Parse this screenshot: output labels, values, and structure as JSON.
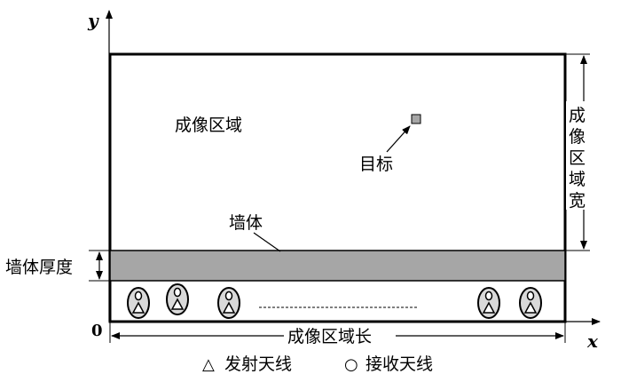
{
  "axes": {
    "x_label": "x",
    "y_label": "y",
    "origin_label": "0"
  },
  "labels": {
    "imaging_area": "成像区域",
    "target": "目标",
    "wall": "墙体",
    "wall_thickness": "墙体厚度",
    "imaging_width_chars": [
      "成",
      "像",
      "区",
      "域",
      "宽"
    ],
    "imaging_length": "成像区域长"
  },
  "legend": {
    "transmit_symbol": "△",
    "transmit_label": "发射天线",
    "receive_symbol": "○",
    "receive_label": "接收天线"
  },
  "colors": {
    "wall_fill": "#a6a6a6",
    "target_fill": "#a6a6a6",
    "antenna_fill": "#d9d9d9",
    "stroke": "#000000"
  }
}
